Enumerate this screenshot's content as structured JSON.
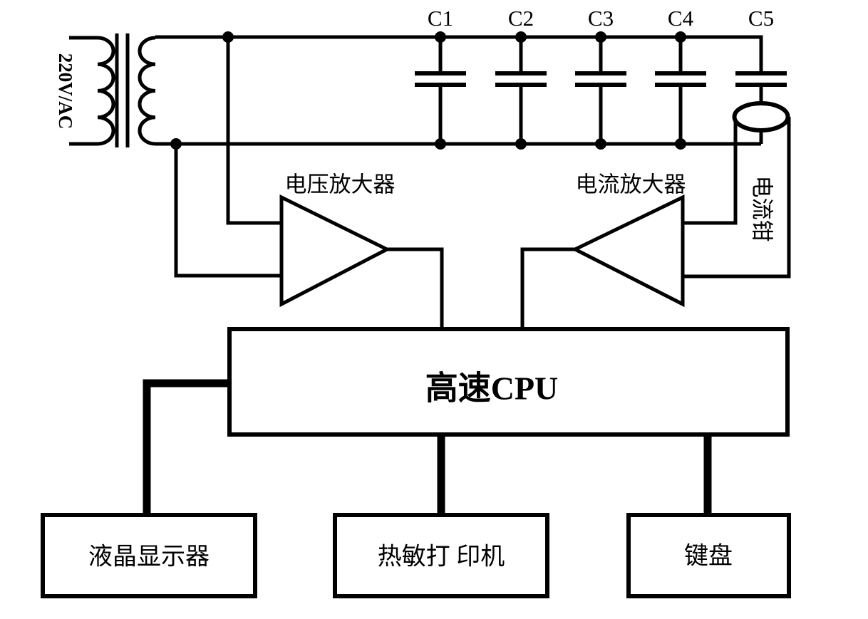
{
  "diagram": {
    "background": "#ffffff",
    "line_color": "#000000",
    "power_source_label": "220V/AC",
    "capacitor_labels": [
      "C1",
      "C2",
      "C3",
      "C4",
      "C5"
    ],
    "voltage_amplifier_label": "电压放大器",
    "current_amplifier_label": "电流放大器",
    "current_clamp_label": "电流钳",
    "cpu_label": "高速CPU",
    "lcd_display_label": "液晶显示器",
    "thermal_printer_label": "热敏打 印机",
    "keyboard_label": "键盘"
  }
}
